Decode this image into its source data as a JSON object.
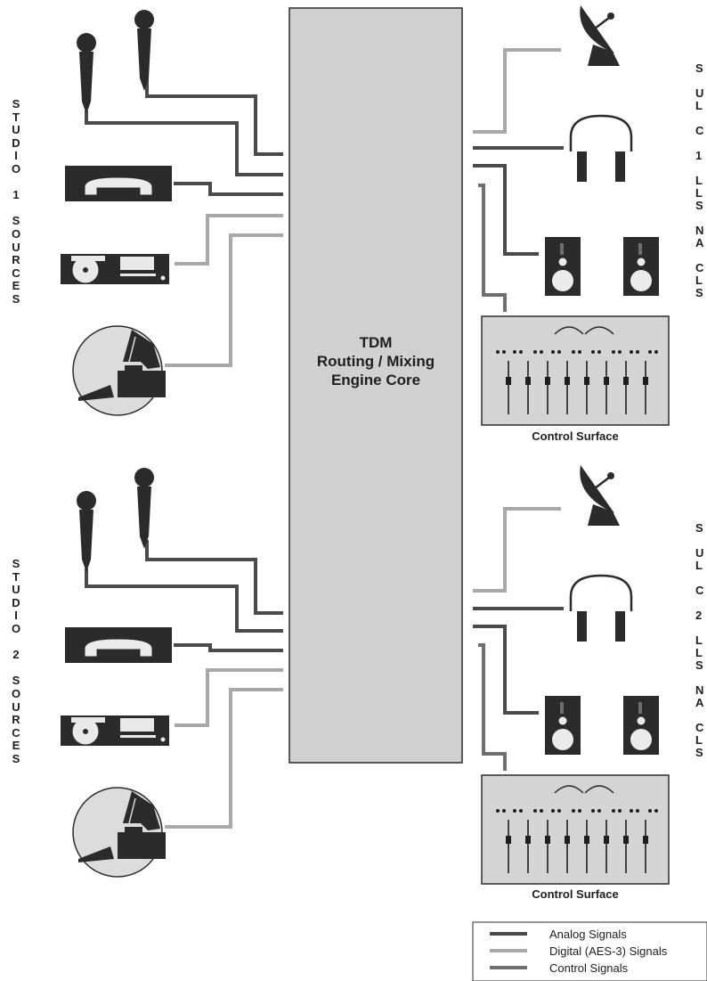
{
  "core": {
    "line1": "TDM",
    "line2": "Routing / Mixing",
    "line3": "Engine Core"
  },
  "studios": [
    {
      "label": "S\nT\nU\nD\nI\nO\n\n1\n\nS\nO\nU\nR\nC\nE\nS"
    },
    {
      "label": "S\nT\nU\nD\nI\nO\n\n2\n\nS\nO\nU\nR\nC\nE\nS"
    }
  ],
  "control_surface_caption": "Control Surface",
  "right_labels": [
    {
      "text": "S\n\nU\nL\n\nC\n\n1\n\nL\nL\nS\n\nN\nA\n\nC\nL\nS"
    },
    {
      "text": "S\n\nU\nL\n\nC\n\n2\n\nL\nL\nS\n\nN\nA\n\nC\nL\nS"
    }
  ],
  "legend": {
    "items": [
      {
        "label": "Analog Signals",
        "color": "#4a4a4a"
      },
      {
        "label": "Digital (AES-3) Signals",
        "color": "#a8a8a8"
      },
      {
        "label": "Control Signals",
        "color": "#6e6e6e"
      }
    ]
  },
  "colors": {
    "analog": "#4a4a4a",
    "digital": "#a8a8a8",
    "control": "#6e6e6e",
    "core_fill": "#d0d0d0",
    "device_dark": "#2b2b2b"
  }
}
